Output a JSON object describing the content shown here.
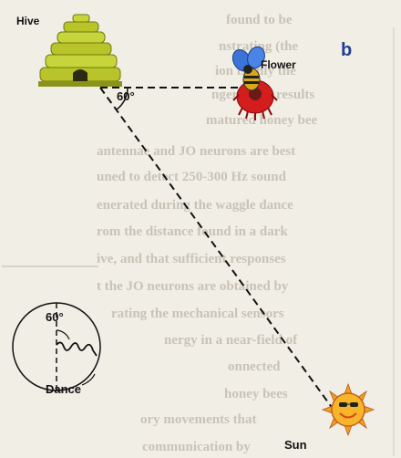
{
  "figure": {
    "panel_label": "b",
    "hive_label": "Hive",
    "flower_label": "Flower",
    "sun_label": "Sun",
    "dance_label": "Dance",
    "angle_label_top": "60°",
    "angle_label_dance": "60°"
  },
  "background_text": [
    "found to be",
    "nstrating (the",
    "ion is only the",
    "ngers. The results",
    "matured honey bee",
    "antennae and JO neurons are best",
    "uned to detect 250-300 Hz sound",
    "enerated during the waggle dance",
    "rom the distance found in a dark",
    "ive, and that sufficient responses",
    "t the JO neurons are obtained by",
    "rating the mechanical sensors",
    "nergy in a near-field of",
    "onnected",
    "honey bees",
    "ory movements that",
    "communication by"
  ],
  "colors": {
    "hive": "#b8c42a",
    "hive_dark": "#6f7a10",
    "bee_wing": "#3a74d8",
    "flower": "#d41d1d",
    "sun": "#f0a020",
    "sun_face": "#d8481a",
    "panel_label": "#1f3f8f"
  }
}
